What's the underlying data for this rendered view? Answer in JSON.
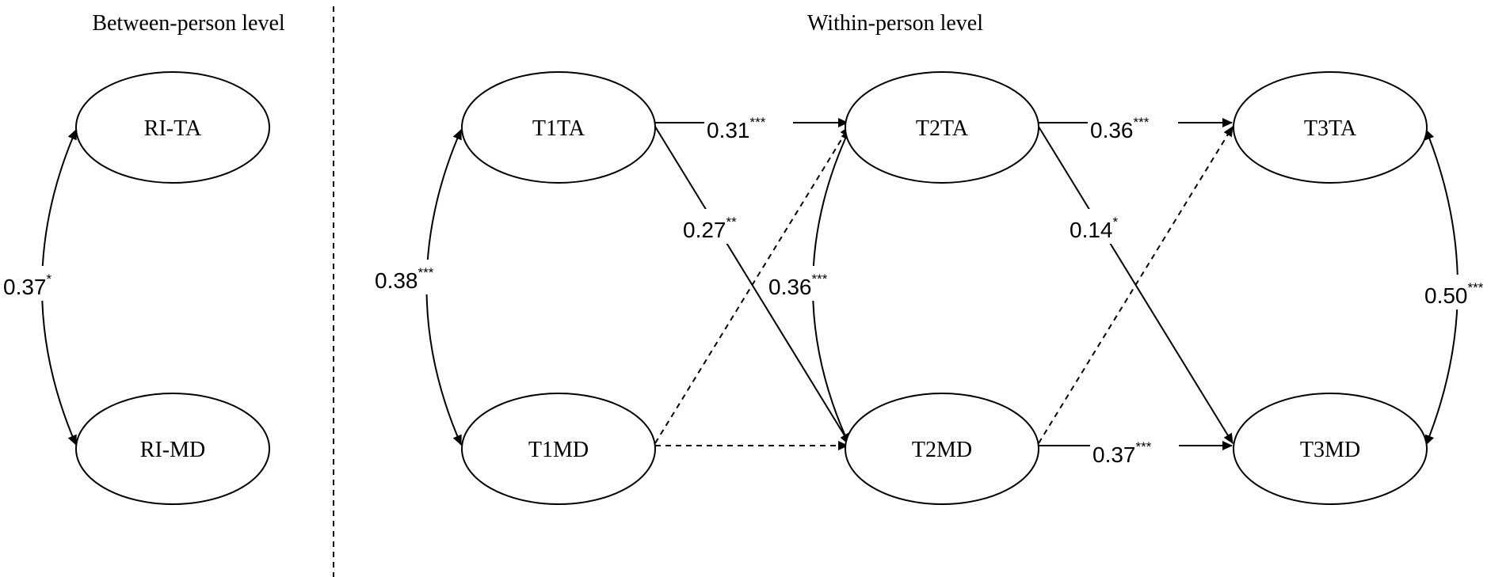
{
  "sections": {
    "between": "Between-person level",
    "within": "Within-person level"
  },
  "nodes": {
    "ri_ta": "RI-TA",
    "ri_md": "RI-MD",
    "t1ta": "T1TA",
    "t1md": "T1MD",
    "t2ta": "T2TA",
    "t2md": "T2MD",
    "t3ta": "T3TA",
    "t3md": "T3MD"
  },
  "coefficients": {
    "ri_cov": {
      "value": "0.37",
      "sig": "*"
    },
    "t1_cov": {
      "value": "0.38",
      "sig": "***"
    },
    "t2_cov": {
      "value": "0.36",
      "sig": "***"
    },
    "t3_cov": {
      "value": "0.50",
      "sig": "***"
    },
    "t1ta_t2ta": {
      "value": "0.31",
      "sig": "***"
    },
    "t2ta_t3ta": {
      "value": "0.36",
      "sig": "***"
    },
    "t1ta_t2md": {
      "value": "0.27",
      "sig": "**"
    },
    "t2ta_t3md": {
      "value": "0.14",
      "sig": "*"
    },
    "t2md_t3md": {
      "value": "0.37",
      "sig": "***"
    }
  }
}
